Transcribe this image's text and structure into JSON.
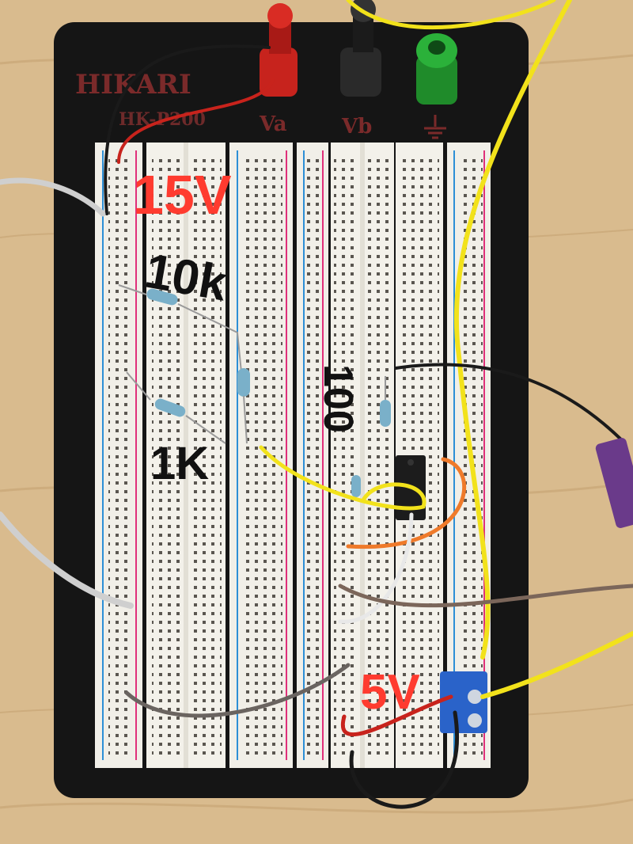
{
  "board": {
    "brand": "HIKARI",
    "model": "HK-P200",
    "terminals": {
      "a": "Va",
      "b": "Vb"
    }
  },
  "annotations": {
    "top_voltage": "15V",
    "resistor_a": "10k",
    "resistor_b": "100",
    "resistor_c": "1K",
    "bottom_voltage": "5V"
  },
  "colors": {
    "wood": "#d7b98c",
    "board": "#161616",
    "breadboard": "#f1efe8",
    "annotation": "#ff3b2f",
    "hand": "#111111"
  }
}
